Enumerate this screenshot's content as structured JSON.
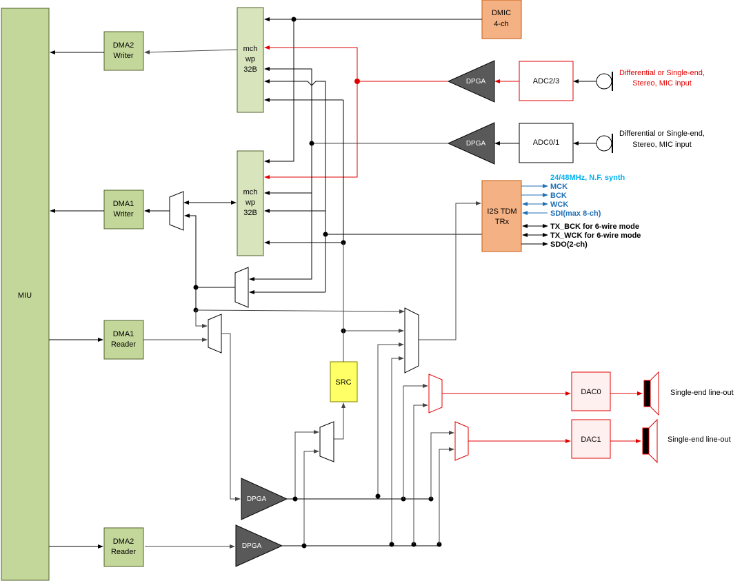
{
  "blocks": {
    "miu": "MIU",
    "dma2_writer": [
      "DMA2",
      "Writer"
    ],
    "dma1_writer": [
      "DMA1",
      "Writer"
    ],
    "dma1_reader": [
      "DMA1",
      "Reader"
    ],
    "dma2_reader": [
      "DMA2",
      "Reader"
    ],
    "mchwp_top": [
      "mch",
      "wp",
      "32B"
    ],
    "mchwp_bottom": [
      "mch",
      "wp",
      "32B"
    ],
    "dmic": [
      "DMIC",
      "4-ch"
    ],
    "adc23": "ADC2/3",
    "adc01": "ADC0/1",
    "dpga_adc23": "DPGA",
    "dpga_adc01": "DPGA",
    "dpga_mid": "DPGA",
    "dpga_bottom": "DPGA",
    "i2s": [
      "I2S TDM",
      "TRx"
    ],
    "src": "SRC",
    "dac0": "DAC0",
    "dac1": "DAC1"
  },
  "inputs": {
    "mic_in_23": [
      "Differential or Single-end,",
      "Stereo, MIC input"
    ],
    "mic_in_01": [
      "Differential or Single-end,",
      "Stereo, MIC input"
    ]
  },
  "i2s_signals": {
    "synth": "24/48MHz, N.F. synth",
    "mck": "MCK",
    "bck": "BCK",
    "wck": "WCK",
    "sdi": "SDI(max 8-ch)",
    "tx_bck": "TX_BCK for 6-wire mode",
    "tx_wck": "TX_WCK for 6-wire mode",
    "sdo": "SDO(2-ch)"
  },
  "outputs": {
    "lineout0": "Single-end line-out",
    "lineout1": "Single-end line-out"
  },
  "colors": {
    "red_path": "#e00000",
    "blue_signal": "#1f6fb5",
    "cyan_signal": "#00b0f0",
    "green_block": "#c4d79b",
    "orange_block": "#f4b183",
    "src_block": "#ffff66",
    "dpga_fill": "#595959"
  }
}
